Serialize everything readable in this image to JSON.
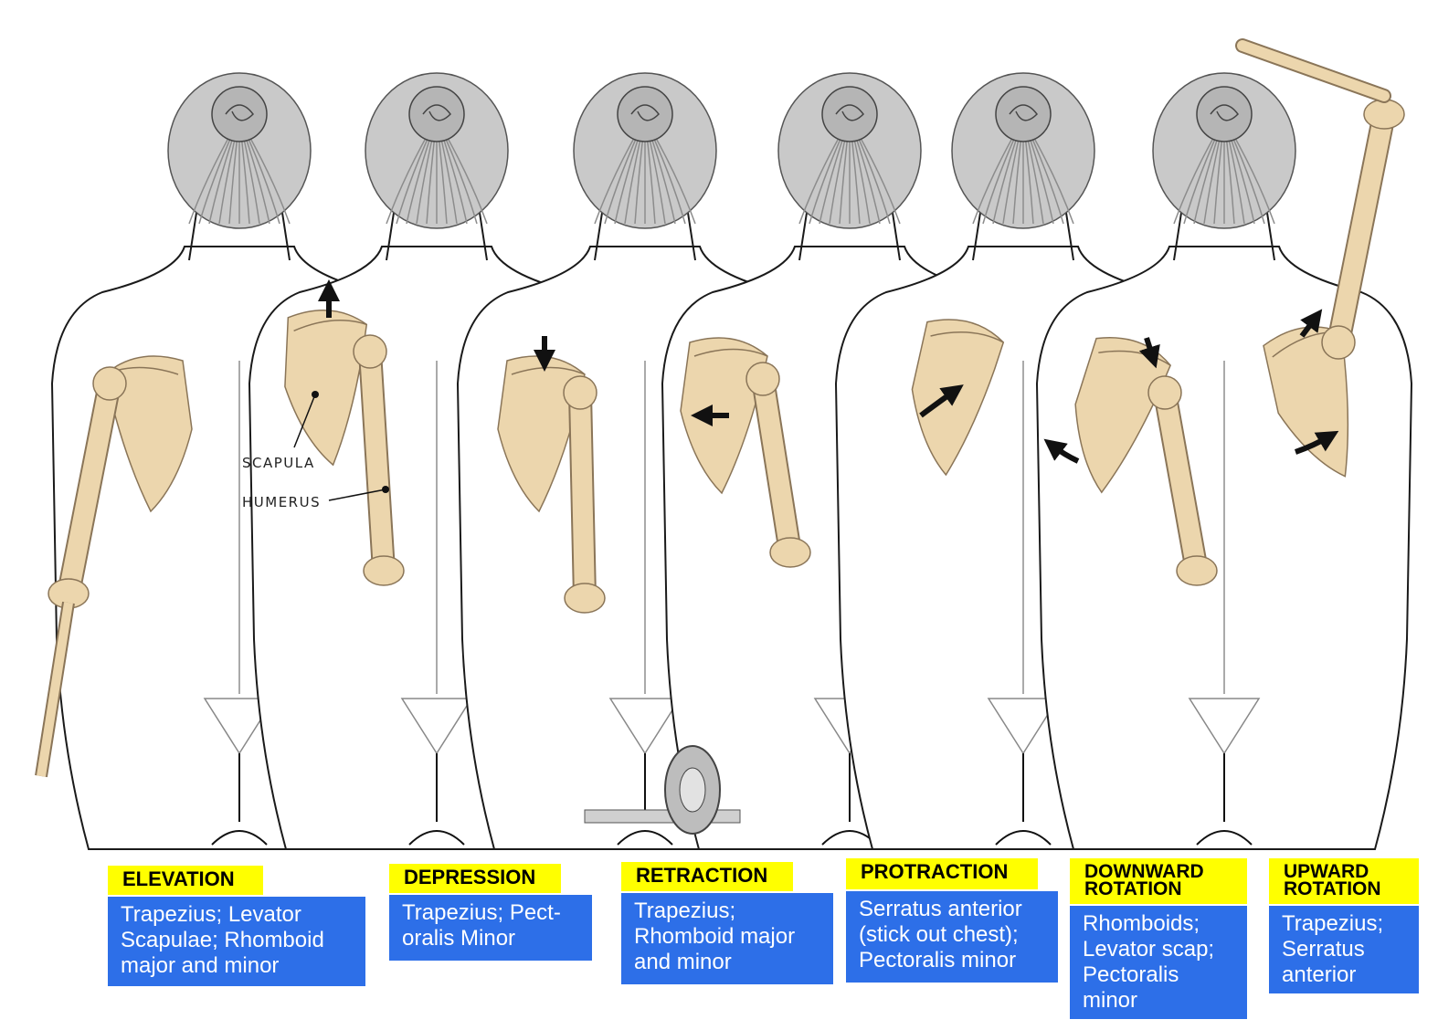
{
  "labels": {
    "scapula": "SCAPULA",
    "humerus": "HUMERUS"
  },
  "colors": {
    "bone": "#ecd6ad",
    "bone_outline": "#8a7558",
    "skin_outline": "#1a1a1a",
    "hair": "#8c8c8c",
    "title_bg": "#ffff00",
    "muscle_bg": "#2d6fe8",
    "muscle_text": "#ffffff",
    "arrow": "#111111"
  },
  "panels": [
    {
      "title": "ELEVATION",
      "muscles": "Trapezius; Levator\nScapulae; Rhomboid\nmajor and minor",
      "arrow_icon": "arrow-up-icon"
    },
    {
      "title": "DEPRESSION",
      "muscles": "Trapezius; Pect-\noralis Minor",
      "arrow_icon": "arrow-down-icon"
    },
    {
      "title": "RETRACTION",
      "muscles": "Trapezius;\nRhomboid major\nand minor",
      "arrow_icon": "arrow-left-icon"
    },
    {
      "title": "PROTRACTION",
      "muscles": "Serratus anterior\n(stick out chest);\nPectoralis minor",
      "arrow_icon": "curved-arrow-icon"
    },
    {
      "title": "DOWNWARD\nROTATION",
      "muscles": "Rhomboids;\nLevator scap;\nPectoralis\nminor",
      "arrow_icon": "rotate-arrow-icon"
    },
    {
      "title": "UPWARD\nROTATION",
      "muscles": "Trapezius;\nSerratus\nanterior",
      "arrow_icon": "rotate-arrow-icon"
    }
  ]
}
